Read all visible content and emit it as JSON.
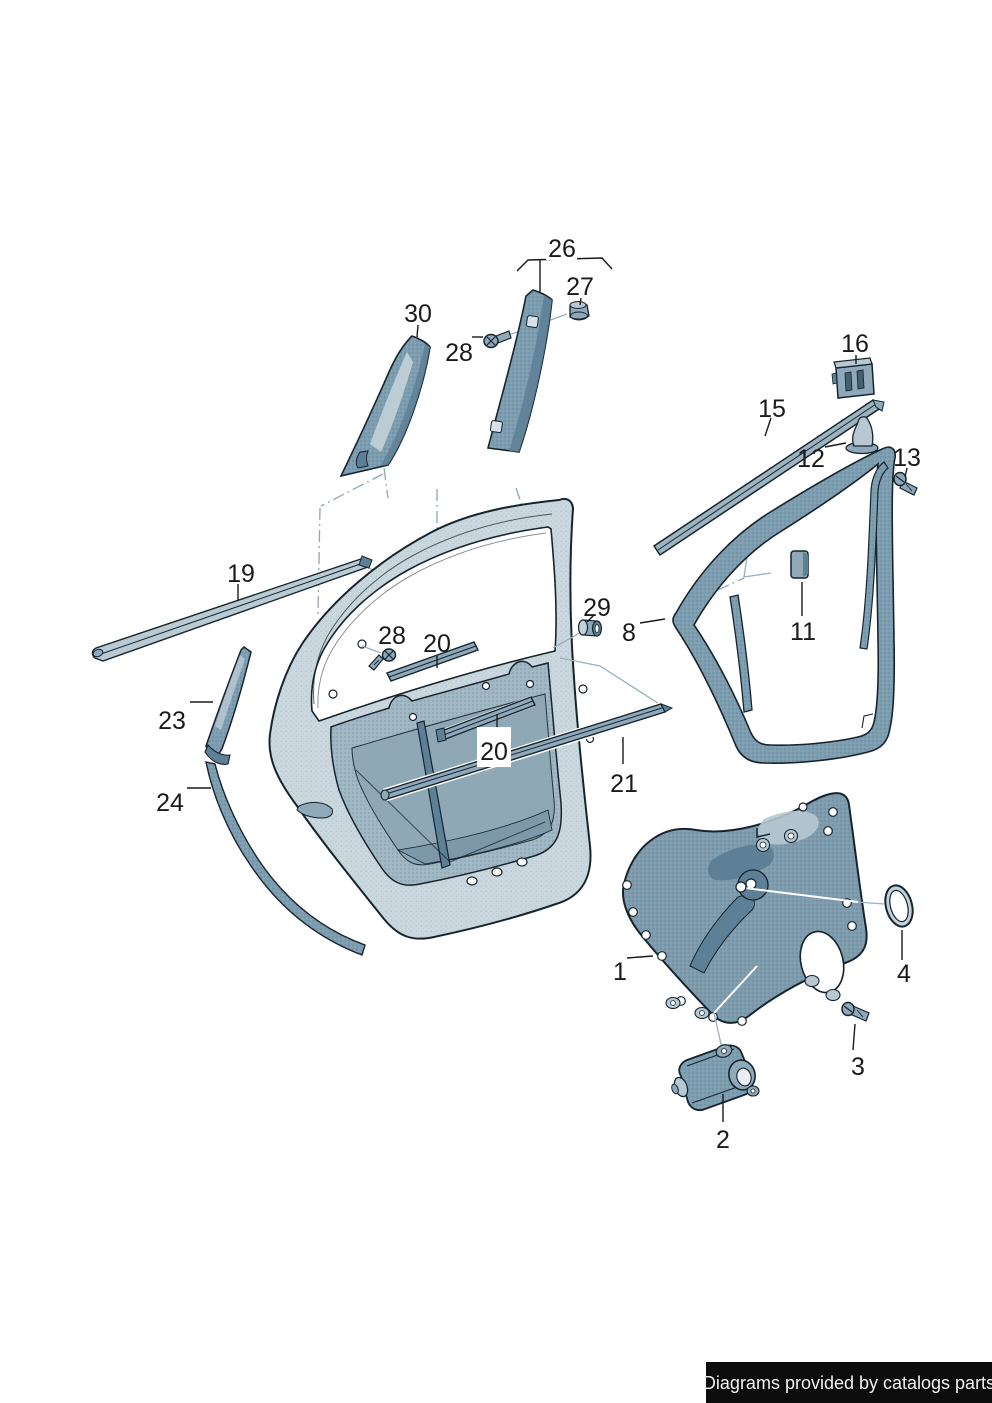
{
  "diagram": {
    "description": "Exploded parts diagram of a rear car door: window regulator, seals and trims",
    "footer": {
      "text": "Diagrams provided by catalogs parts"
    },
    "colors": {
      "outline": "#16242e",
      "part_fill": "#7d9db0",
      "door_fill": "#cbd7de",
      "plate_fill": "#7e9cae",
      "highlight": "#b7c8d2",
      "shadow": "#5d8096",
      "light_line": "#9ab0bd",
      "label": "#1a1a1a",
      "footer_bg": "#0c0c0c",
      "footer_text": "#f2f2f2"
    },
    "callouts": [
      {
        "num": "1",
        "part": "window-regulator-carrier-panel"
      },
      {
        "num": "2",
        "part": "window-motor"
      },
      {
        "num": "3",
        "part": "screw-regulator"
      },
      {
        "num": "4",
        "part": "sealing-ring"
      },
      {
        "num": "8",
        "part": "door-window-seal"
      },
      {
        "num": "11",
        "part": "cap"
      },
      {
        "num": "12",
        "part": "clip"
      },
      {
        "num": "13",
        "part": "screw-guide"
      },
      {
        "num": "15",
        "part": "window-guide-rail"
      },
      {
        "num": "16",
        "part": "bracket"
      },
      {
        "num": "19",
        "part": "outer-window-slot-seal"
      },
      {
        "num": "20",
        "part": "inner-window-slot-seal-upper"
      },
      {
        "num": "20",
        "part": "inner-window-slot-seal-lower"
      },
      {
        "num": "21",
        "part": "outer-belt-strip"
      },
      {
        "num": "23",
        "part": "pillar-trim-front"
      },
      {
        "num": "24",
        "part": "door-edge-seal"
      },
      {
        "num": "26",
        "part": "pillar-trim-assembly"
      },
      {
        "num": "27",
        "part": "grommet"
      },
      {
        "num": "28",
        "part": "screw-trim-upper"
      },
      {
        "num": "28",
        "part": "screw-trim-door"
      },
      {
        "num": "29",
        "part": "bushing"
      },
      {
        "num": "30",
        "part": "pillar-trim-rear"
      }
    ]
  }
}
